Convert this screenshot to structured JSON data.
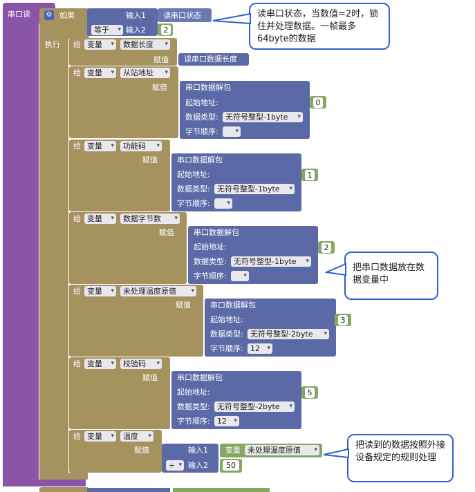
{
  "event": {
    "label": "串口读"
  },
  "if_block": {
    "if_label": "如果",
    "input1_label": "输入1",
    "input2_label": "输入2",
    "read_status": "读串口状态",
    "operator": "等于",
    "value": "2",
    "exec_label": "执行"
  },
  "common": {
    "give": "给",
    "var_dropdown": "变量",
    "assign": "赋值",
    "unpack": "串口数据解包",
    "start_addr": "起始地址:",
    "data_type": "数据类型:",
    "byte_order": "字节顺序:"
  },
  "rows": [
    {
      "var": "数据长度",
      "assign_value": "读串口数据长度"
    },
    {
      "var": "从站地址",
      "start": "0",
      "type": "无符号整型-1byte",
      "order": ""
    },
    {
      "var": "功能码",
      "start": "1",
      "type": "无符号整型-1byte",
      "order": ""
    },
    {
      "var": "数据字节数",
      "start": "2",
      "type": "无符号整型-1byte",
      "order": ""
    },
    {
      "var": "未处理温度原值",
      "start": "3",
      "type": "无符号整型-2byte",
      "order": "12"
    },
    {
      "var": "校验码",
      "start": "5",
      "type": "无符号整型-2byte",
      "order": "12"
    },
    {
      "var": "温度",
      "input1": "输入1",
      "input2": "输入2",
      "var_label": "变量",
      "var_ref": "未处理温度原值",
      "op": "÷",
      "divisor": "50"
    }
  ],
  "comments": [
    "读串口状态，当数值=2时，锁住并处理数据。一帧最多64byte的数据",
    "把串口数据放在数据变量中",
    "把读到的数据按照外接设备规定的规则处理"
  ],
  "colors": {
    "event": "#8a55a6",
    "control": "#a5925f",
    "function": "#5b6aa6",
    "number": "#86a863",
    "comment_border": "#2f5fd1"
  }
}
